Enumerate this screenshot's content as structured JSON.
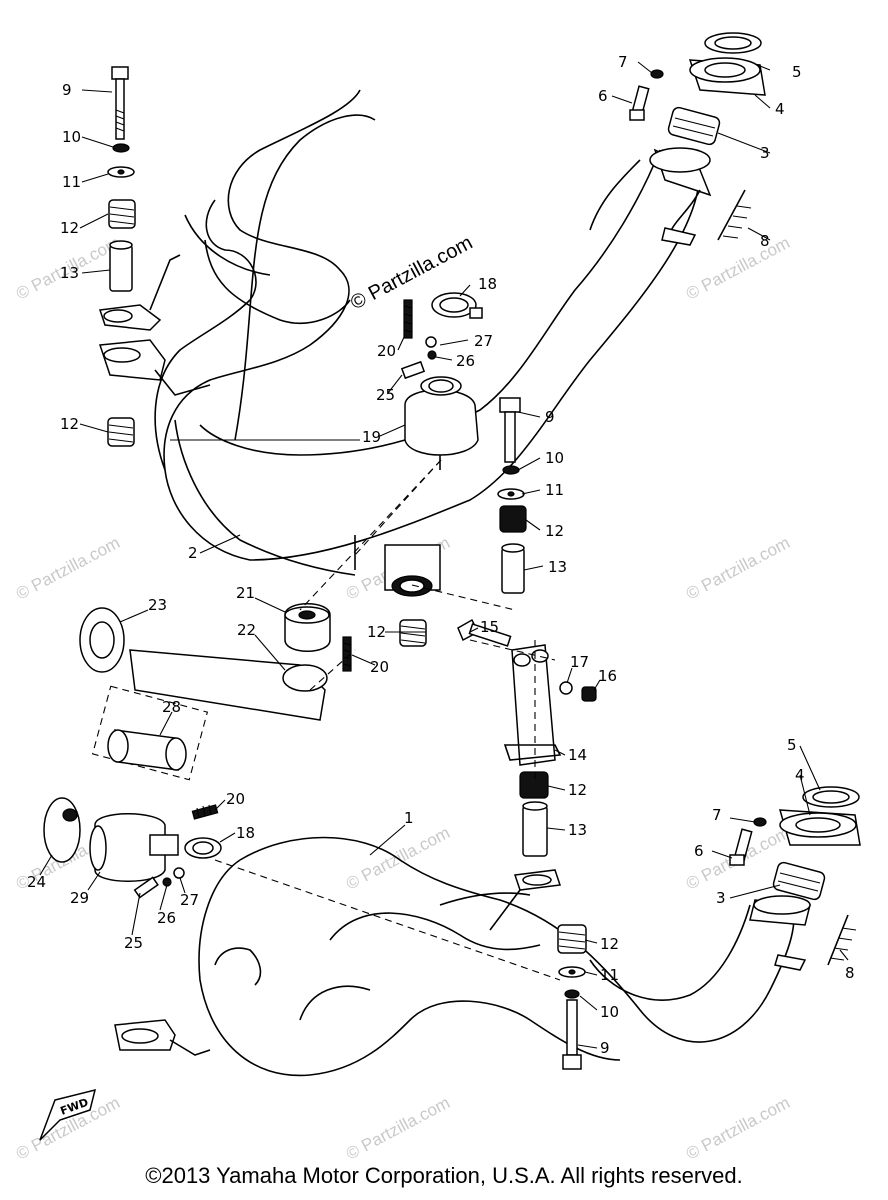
{
  "watermark_center": "© Partzilla.com",
  "watermark_tile": "© Partzilla.com",
  "fwd_label": "FWD",
  "callouts": [
    "1",
    "2",
    "3",
    "4",
    "5",
    "6",
    "7",
    "8",
    "9",
    "10",
    "11",
    "12",
    "13",
    "14",
    "15",
    "16",
    "17",
    "18",
    "19",
    "20",
    "21",
    "22",
    "23",
    "24",
    "25",
    "26",
    "27",
    "28",
    "29"
  ],
  "copyright": "©2013 Yamaha Motor Corporation, U.S.A. All rights reserved."
}
